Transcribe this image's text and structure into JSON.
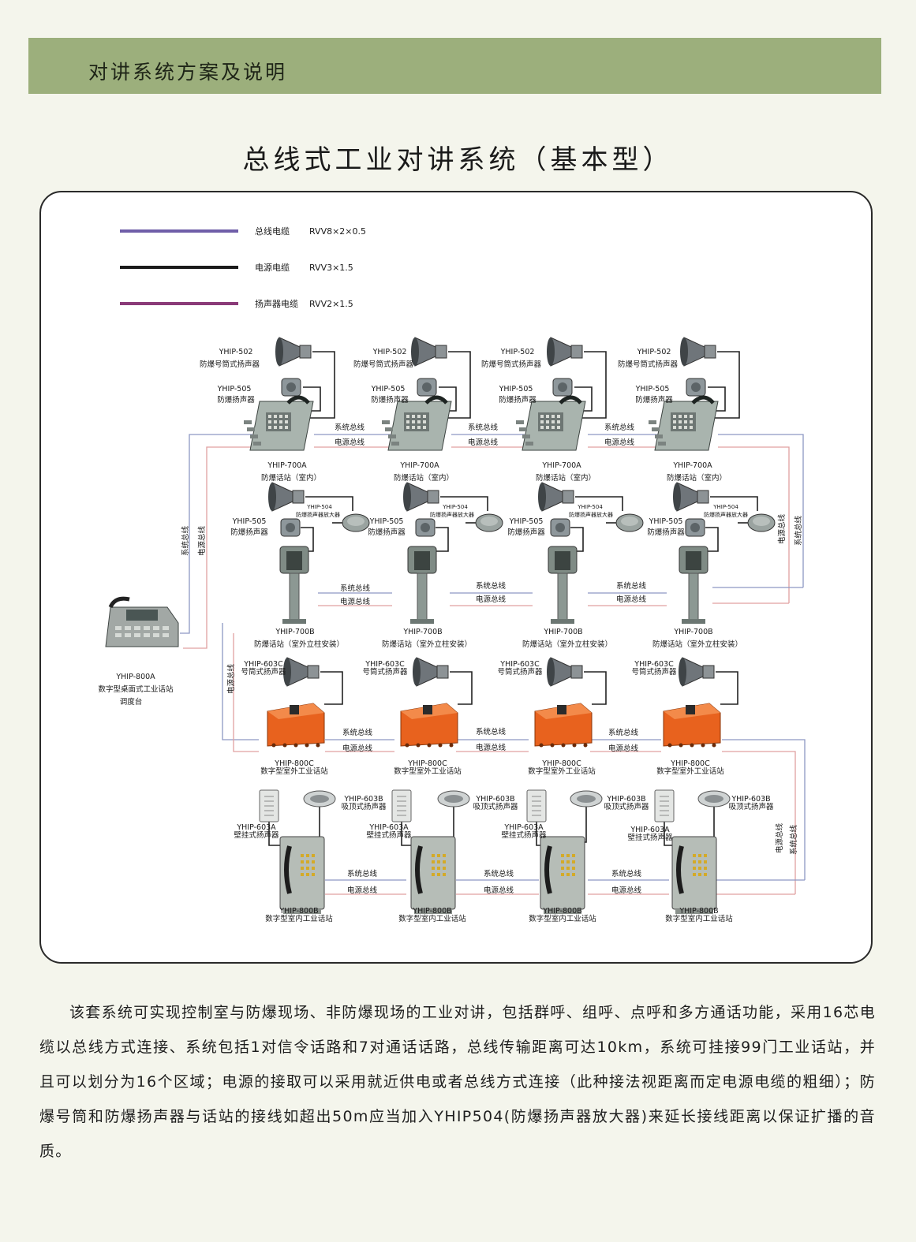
{
  "header": {
    "band_title": "对讲系统方案及说明"
  },
  "page_title": "总线式工业对讲系统（基本型）",
  "colors": {
    "band": "#9caf7c",
    "bus_cable": "#6f5ea8",
    "power_cable": "#1a1a1a",
    "speaker_cable": "#8a3a78",
    "bus_line": "#8d98c4",
    "power_line": "#e0a0a0",
    "orange_box": "#e8621e",
    "panel_grey": "#a9b4ae"
  },
  "legend": [
    {
      "label": "总线电缆",
      "spec": "RVV8×2×0.5"
    },
    {
      "label": "电源电缆",
      "spec": "RVV3×1.5"
    },
    {
      "label": "扬声器电缆",
      "spec": "RVV2×1.5"
    }
  ],
  "labels": {
    "sys_bus": "系统总线",
    "power_bus": "电源总线"
  },
  "console": {
    "model": "YHIP-800A",
    "name": "数字型桌面式工业话站",
    "role": "调度台"
  },
  "row1": {
    "horn_model": "YHIP-502",
    "horn_name": "防爆号筒式扬声器",
    "spk_model": "YHIP-505",
    "spk_name": "防爆扬声器",
    "station_model": "YHIP-700A",
    "station_name": "防爆话站（室内）"
  },
  "row2": {
    "amp_model": "YHIP-504",
    "amp_name": "防爆扬声器放大器",
    "spk_model": "YHIP-505",
    "spk_name": "防爆扬声器",
    "station_model": "YHIP-700B",
    "station_name": "防爆话站（室外立柱安装）"
  },
  "row3": {
    "horn_model": "YHIP-603C",
    "horn_name": "号筒式扬声器",
    "station_model": "YHIP-800C",
    "station_name": "数字型室外工业话站"
  },
  "row4": {
    "ceiling_model": "YHIP-603B",
    "ceiling_name": "吸顶式扬声器",
    "wall_model": "YHIP-603A",
    "wall_name": "壁挂式扬声器",
    "station_model": "YHIP-800B",
    "station_name": "数字型室内工业话站"
  },
  "description": "该套系统可实现控制室与防爆现场、非防爆现场的工业对讲，包括群呼、组呼、点呼和多方通话功能，采用16芯电缆以总线方式连接、系统包括1对信令话路和7对通话话路，总线传输距离可达10km，系统可挂接99门工业话站，并且可以划分为16个区域；电源的接取可以采用就近供电或者总线方式连接（此种接法视距离而定电源电缆的粗细）；防爆号筒和防爆扬声器与话站的接线如超出50m应当加入YHIP504(防爆扬声器放大器)来延长接线距离以保证扩播的音质。"
}
